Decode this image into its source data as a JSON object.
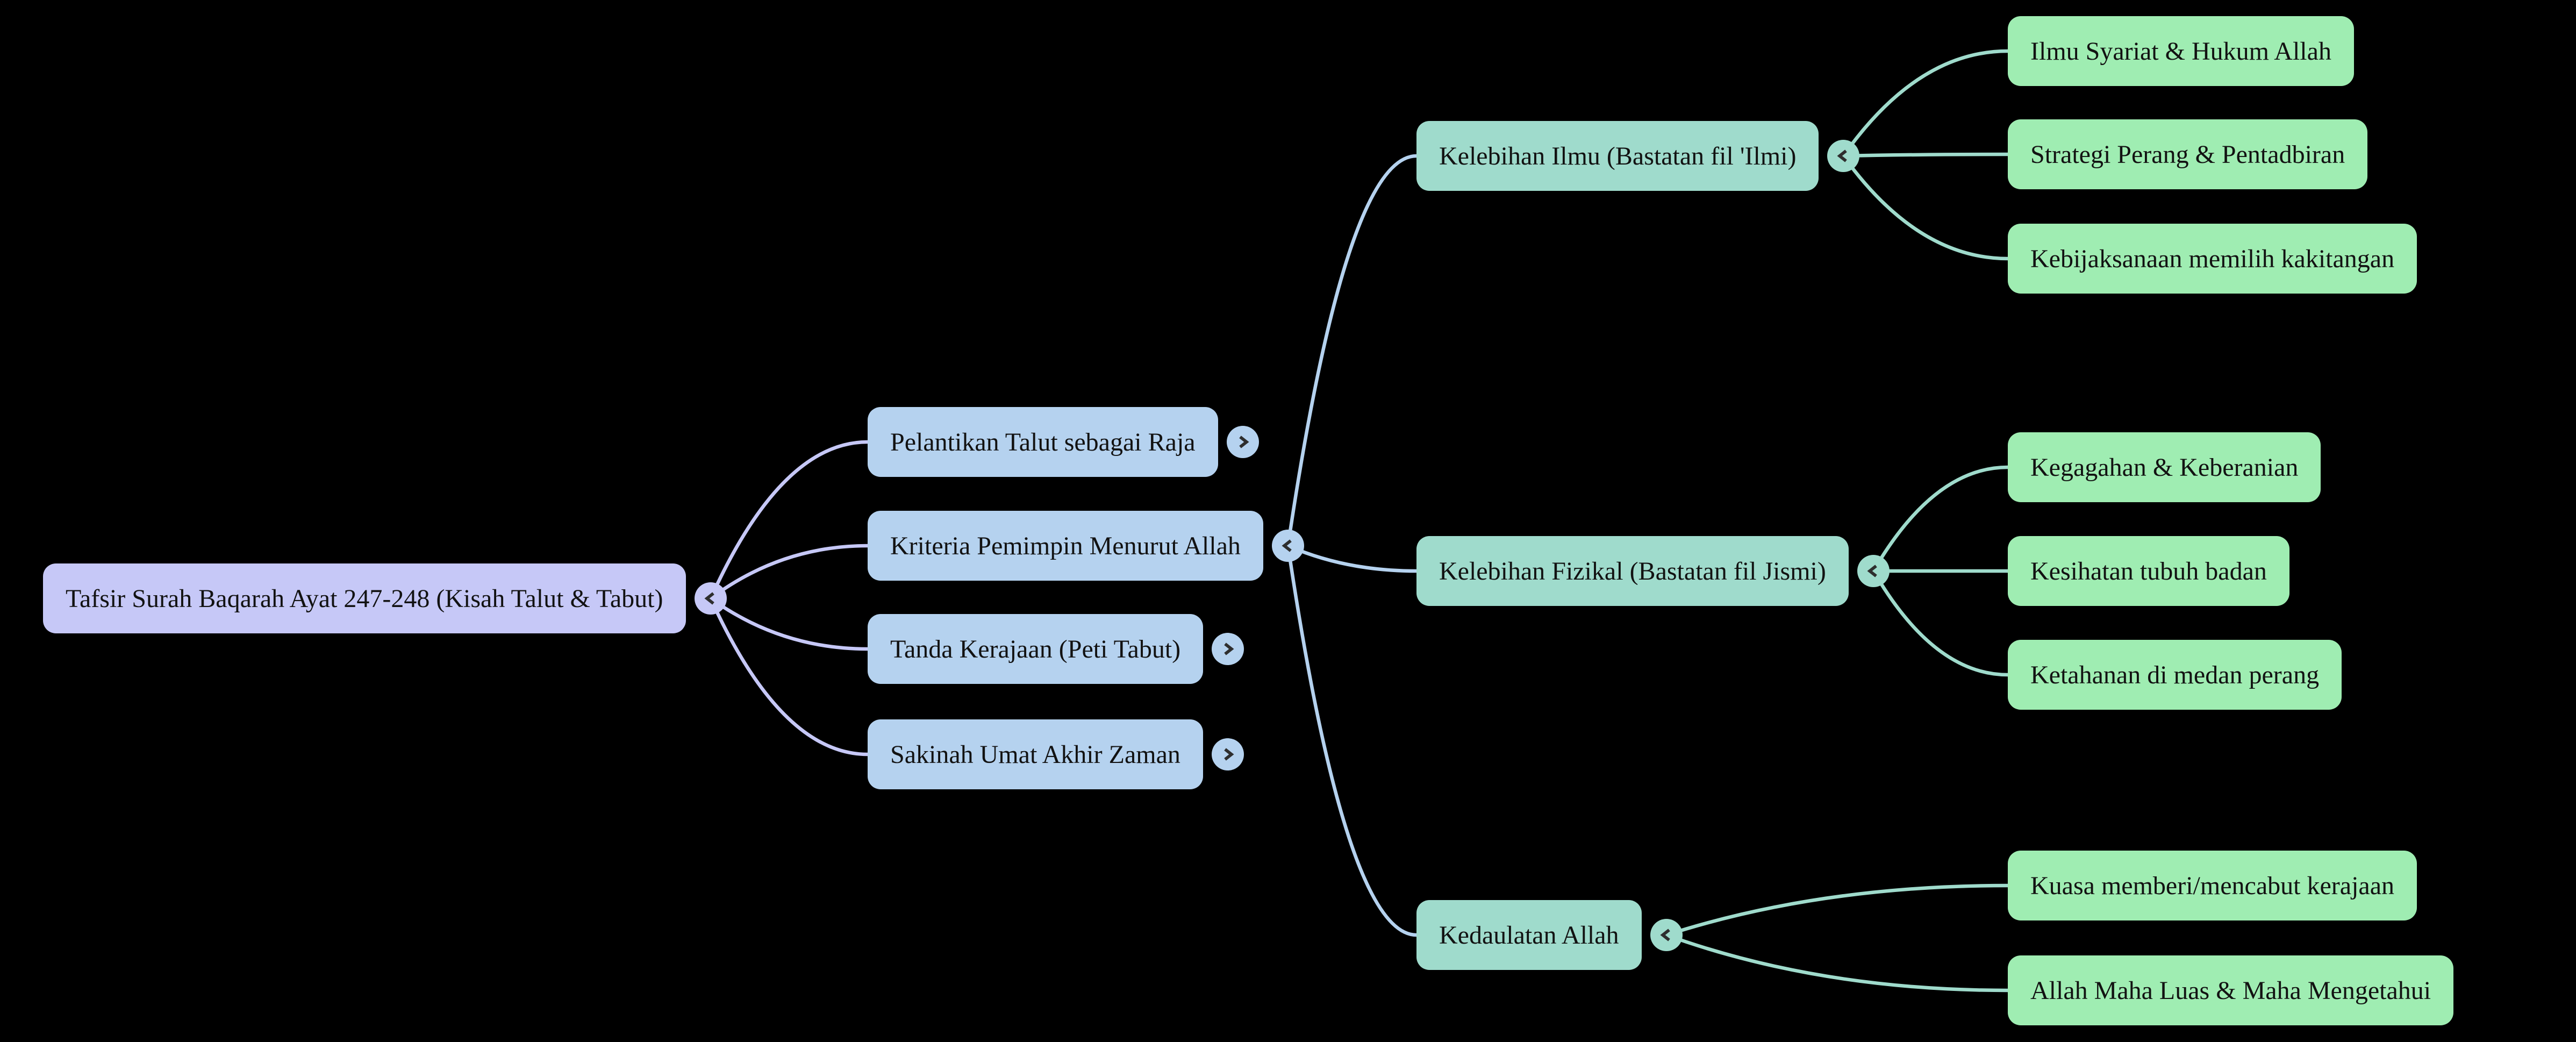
{
  "mindmap": {
    "background_color": "#000000",
    "palette": {
      "1": "#c6c8f7",
      "2": "#b5d2ef",
      "3": "#9fdbcc",
      "4": "#9fedb2"
    },
    "text_color": "#121212",
    "chevron_color": "#2e2e2e",
    "toggle_glyphs": {
      "expanded": "<",
      "collapsed": ">"
    },
    "nodes": [
      {
        "id": "root",
        "label": "Tafsir Surah Baqarah Ayat 247-248 (Kisah Talut & Tabut)",
        "level": 1,
        "parent": null,
        "toggle": "expanded"
      },
      {
        "id": "pelantikan-talut",
        "label": "Pelantikan Talut sebagai Raja",
        "level": 2,
        "parent": "root",
        "toggle": "collapsed"
      },
      {
        "id": "kriteria-pemimpin",
        "label": "Kriteria Pemimpin Menurut Allah",
        "level": 2,
        "parent": "root",
        "toggle": "expanded"
      },
      {
        "id": "tanda-kerajaan",
        "label": "Tanda Kerajaan (Peti Tabut)",
        "level": 2,
        "parent": "root",
        "toggle": "collapsed"
      },
      {
        "id": "sakinah-umat",
        "label": "Sakinah Umat Akhir Zaman",
        "level": 2,
        "parent": "root",
        "toggle": "collapsed"
      },
      {
        "id": "kelebihan-ilmu",
        "label": "Kelebihan Ilmu (Bastatan fil 'Ilmi)",
        "level": 3,
        "parent": "kriteria-pemimpin",
        "toggle": "expanded"
      },
      {
        "id": "kelebihan-fizikal",
        "label": "Kelebihan Fizikal (Bastatan fil Jismi)",
        "level": 3,
        "parent": "kriteria-pemimpin",
        "toggle": "expanded"
      },
      {
        "id": "kedaulatan-allah",
        "label": "Kedaulatan Allah",
        "level": 3,
        "parent": "kriteria-pemimpin",
        "toggle": "expanded"
      },
      {
        "id": "ilmu-syariat",
        "label": "Ilmu Syariat & Hukum Allah",
        "level": 4,
        "parent": "kelebihan-ilmu",
        "toggle": null
      },
      {
        "id": "strategi-perang",
        "label": "Strategi Perang & Pentadbiran",
        "level": 4,
        "parent": "kelebihan-ilmu",
        "toggle": null
      },
      {
        "id": "kebijaksanaan-kakitangan",
        "label": "Kebijaksanaan memilih kakitangan",
        "level": 4,
        "parent": "kelebihan-ilmu",
        "toggle": null
      },
      {
        "id": "kegagahan-keberanian",
        "label": "Kegagahan & Keberanian",
        "level": 4,
        "parent": "kelebihan-fizikal",
        "toggle": null
      },
      {
        "id": "kesihatan-tubuh",
        "label": "Kesihatan tubuh badan",
        "level": 4,
        "parent": "kelebihan-fizikal",
        "toggle": null
      },
      {
        "id": "ketahanan-medan",
        "label": "Ketahanan di medan perang",
        "level": 4,
        "parent": "kelebihan-fizikal",
        "toggle": null
      },
      {
        "id": "kuasa-kerajaan",
        "label": "Kuasa memberi/mencabut kerajaan",
        "level": 4,
        "parent": "kedaulatan-allah",
        "toggle": null
      },
      {
        "id": "allah-maha-luas",
        "label": "Allah Maha Luas & Maha Mengetahui",
        "level": 4,
        "parent": "kedaulatan-allah",
        "toggle": null
      }
    ]
  }
}
